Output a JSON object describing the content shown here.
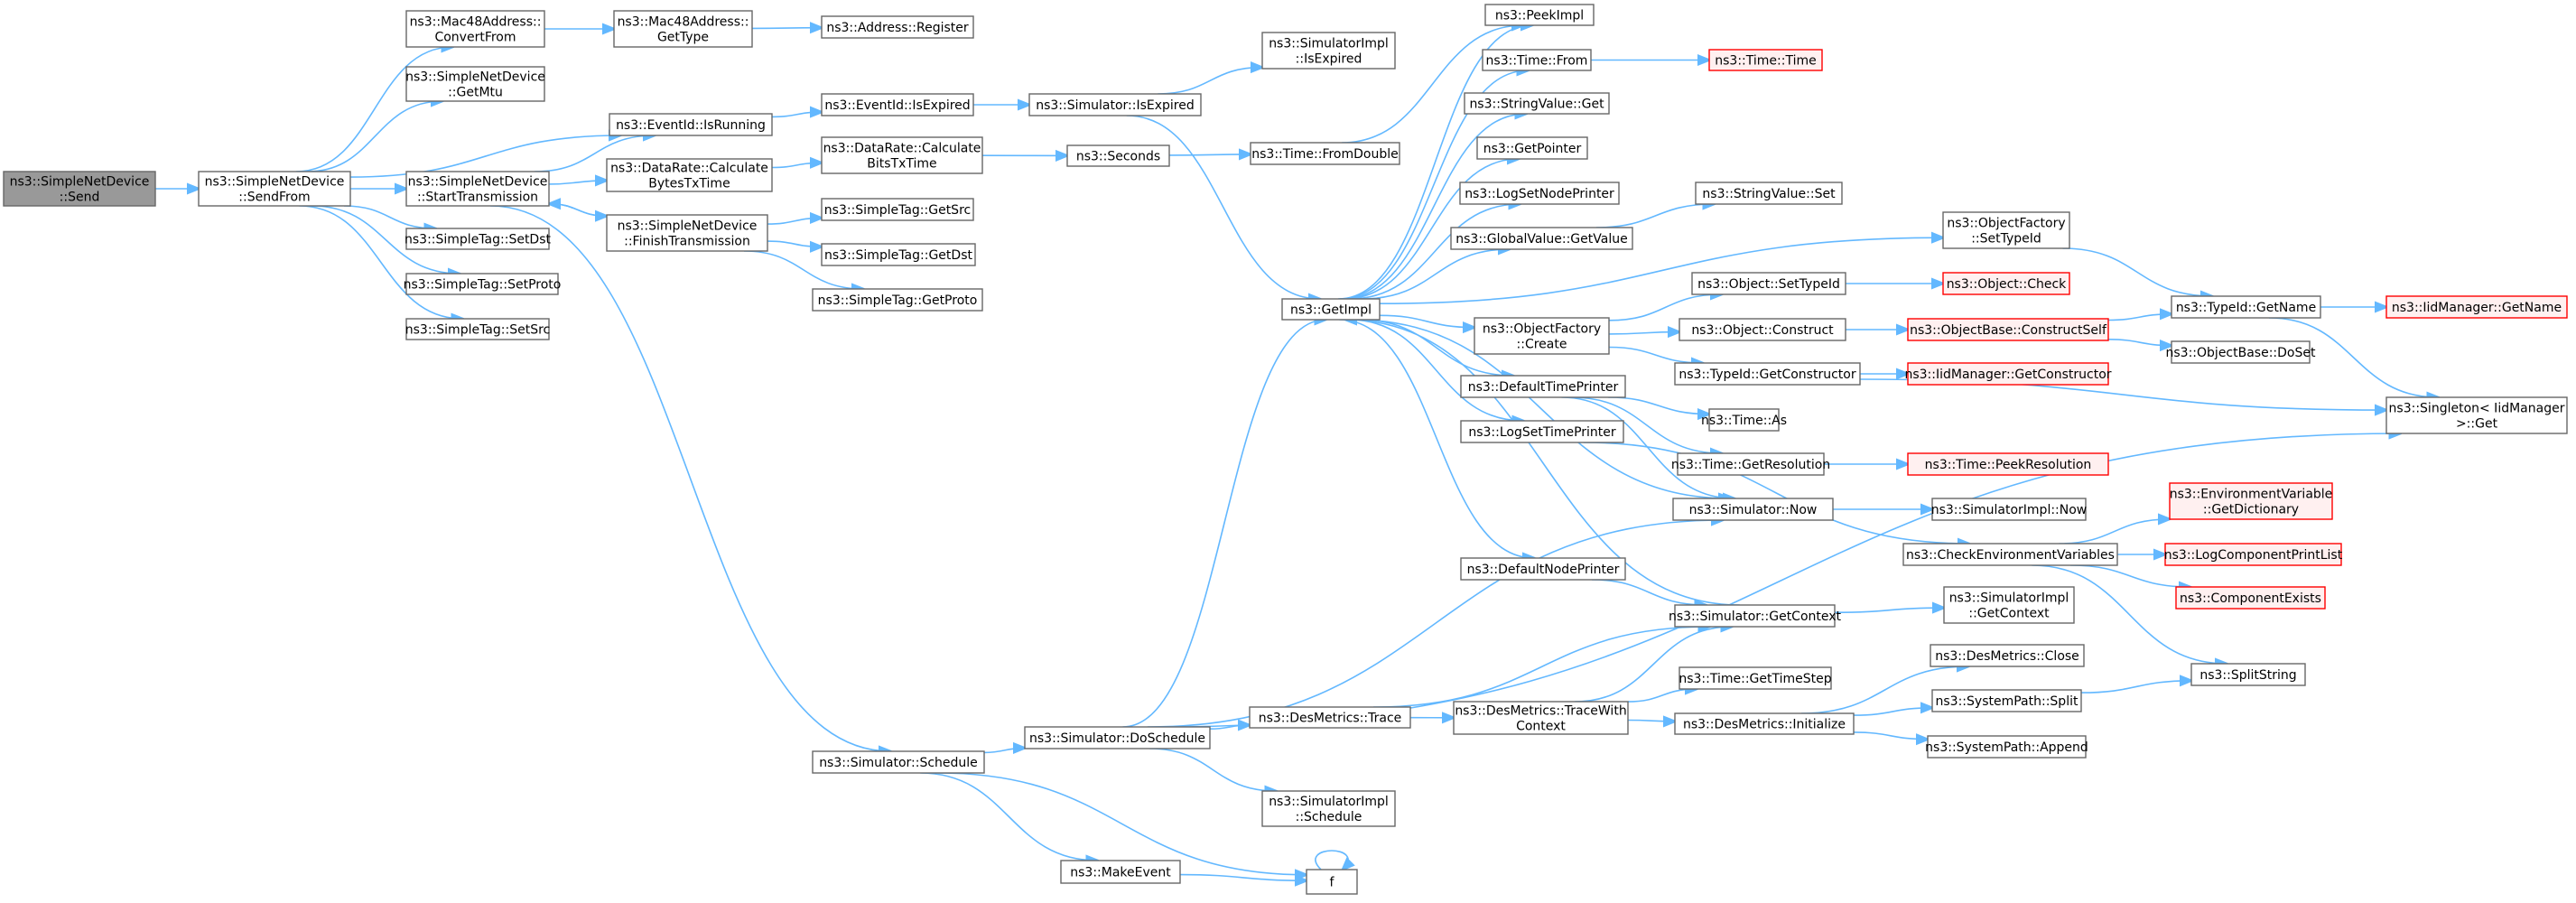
{
  "diagram": {
    "title": "",
    "colors": {
      "edge": "#63b8ff",
      "node_border": "#666666",
      "root_fill": "#999999",
      "external_border": "#ff0000",
      "external_fill": "#fff0f0"
    },
    "nodes": [
      {
        "id": "send",
        "lines": [
          "ns3::SimpleNetDevice",
          "::Send"
        ],
        "style": "root"
      },
      {
        "id": "sendfrom",
        "lines": [
          "ns3::SimpleNetDevice",
          "::SendFrom"
        ]
      },
      {
        "id": "mac48conv",
        "lines": [
          "ns3::Mac48Address::",
          "ConvertFrom"
        ]
      },
      {
        "id": "getmtu",
        "lines": [
          "ns3::SimpleNetDevice",
          "::GetMtu"
        ]
      },
      {
        "id": "startTx",
        "lines": [
          "ns3::SimpleNetDevice",
          "::StartTransmission"
        ]
      },
      {
        "id": "setdst",
        "lines": [
          "ns3::SimpleTag::SetDst"
        ]
      },
      {
        "id": "setproto",
        "lines": [
          "ns3::SimpleTag::SetProto"
        ]
      },
      {
        "id": "setsrc",
        "lines": [
          "ns3::SimpleTag::SetSrc"
        ]
      },
      {
        "id": "mac48gettype",
        "lines": [
          "ns3::Mac48Address::",
          "GetType"
        ]
      },
      {
        "id": "addrreg",
        "lines": [
          "ns3::Address::Register"
        ]
      },
      {
        "id": "isrunning",
        "lines": [
          "ns3::EventId::IsRunning"
        ]
      },
      {
        "id": "datarate",
        "lines": [
          "ns3::DataRate::Calculate",
          "BytesTxTime"
        ]
      },
      {
        "id": "finishTx",
        "lines": [
          "ns3::SimpleNetDevice",
          "::FinishTransmission"
        ]
      },
      {
        "id": "isexpired",
        "lines": [
          "ns3::EventId::IsExpired"
        ]
      },
      {
        "id": "drbits",
        "lines": [
          "ns3::DataRate::Calculate",
          "BitsTxTime"
        ]
      },
      {
        "id": "getsrc",
        "lines": [
          "ns3::SimpleTag::GetSrc"
        ]
      },
      {
        "id": "getdst",
        "lines": [
          "ns3::SimpleTag::GetDst"
        ]
      },
      {
        "id": "getproto",
        "lines": [
          "ns3::SimpleTag::GetProto"
        ]
      },
      {
        "id": "simisexpired",
        "lines": [
          "ns3::Simulator::IsExpired"
        ]
      },
      {
        "id": "seconds",
        "lines": [
          "ns3::Seconds"
        ]
      },
      {
        "id": "simimplisexp",
        "lines": [
          "ns3::SimulatorImpl",
          "::IsExpired"
        ]
      },
      {
        "id": "fromdouble",
        "lines": [
          "ns3::Time::FromDouble"
        ]
      },
      {
        "id": "getimpl",
        "lines": [
          "ns3::GetImpl"
        ]
      },
      {
        "id": "peekimpl",
        "lines": [
          "ns3::PeekImpl"
        ]
      },
      {
        "id": "timefrom",
        "lines": [
          "ns3::Time::From"
        ]
      },
      {
        "id": "timetime",
        "lines": [
          "ns3::Time::Time"
        ],
        "style": "red"
      },
      {
        "id": "strvalget",
        "lines": [
          "ns3::StringValue::Get"
        ]
      },
      {
        "id": "getpointer",
        "lines": [
          "ns3::GetPointer"
        ]
      },
      {
        "id": "logsetnode",
        "lines": [
          "ns3::LogSetNodePrinter"
        ]
      },
      {
        "id": "globalget",
        "lines": [
          "ns3::GlobalValue::GetValue"
        ]
      },
      {
        "id": "strvalset",
        "lines": [
          "ns3::StringValue::Set"
        ]
      },
      {
        "id": "objfactcreate",
        "lines": [
          "ns3::ObjectFactory",
          "::Create"
        ]
      },
      {
        "id": "objfactsettype",
        "lines": [
          "ns3::ObjectFactory",
          "::SetTypeId"
        ]
      },
      {
        "id": "objsettype",
        "lines": [
          "ns3::Object::SetTypeId"
        ]
      },
      {
        "id": "objcheck",
        "lines": [
          "ns3::Object::Check"
        ],
        "style": "red"
      },
      {
        "id": "objconstruct",
        "lines": [
          "ns3::Object::Construct"
        ]
      },
      {
        "id": "objbaseconstruct",
        "lines": [
          "ns3::ObjectBase::ConstructSelf"
        ],
        "style": "red"
      },
      {
        "id": "typegetname",
        "lines": [
          "ns3::TypeId::GetName"
        ]
      },
      {
        "id": "iidgetname",
        "lines": [
          "ns3::IidManager::GetName"
        ],
        "style": "red"
      },
      {
        "id": "objbasedoset",
        "lines": [
          "ns3::ObjectBase::DoSet"
        ]
      },
      {
        "id": "typegetctor",
        "lines": [
          "ns3::TypeId::GetConstructor"
        ]
      },
      {
        "id": "iidgetctor",
        "lines": [
          "ns3::IidManager::GetConstructor"
        ],
        "style": "red"
      },
      {
        "id": "singleton",
        "lines": [
          "ns3::Singleton< IidManager",
          " >::Get"
        ]
      },
      {
        "id": "deftimeprinter",
        "lines": [
          "ns3::DefaultTimePrinter"
        ]
      },
      {
        "id": "timeas",
        "lines": [
          "ns3::Time::As"
        ]
      },
      {
        "id": "timegetres",
        "lines": [
          "ns3::Time::GetResolution"
        ]
      },
      {
        "id": "timepeekres",
        "lines": [
          "ns3::Time::PeekResolution"
        ],
        "style": "red"
      },
      {
        "id": "logsettime",
        "lines": [
          "ns3::LogSetTimePrinter"
        ]
      },
      {
        "id": "simnow",
        "lines": [
          "ns3::Simulator::Now"
        ]
      },
      {
        "id": "simimplnow",
        "lines": [
          "ns3::SimulatorImpl::Now"
        ]
      },
      {
        "id": "checkenv",
        "lines": [
          "ns3::CheckEnvironmentVariables"
        ]
      },
      {
        "id": "envgetdict",
        "lines": [
          "ns3::EnvironmentVariable",
          "::GetDictionary"
        ],
        "style": "red"
      },
      {
        "id": "logcompprint",
        "lines": [
          "ns3::LogComponentPrintList"
        ],
        "style": "red"
      },
      {
        "id": "compexists",
        "lines": [
          "ns3::ComponentExists"
        ],
        "style": "red"
      },
      {
        "id": "defnodeprinter",
        "lines": [
          "ns3::DefaultNodePrinter"
        ]
      },
      {
        "id": "simgetctx",
        "lines": [
          "ns3::Simulator::GetContext"
        ]
      },
      {
        "id": "simimplgetctx",
        "lines": [
          "ns3::SimulatorImpl",
          "::GetContext"
        ]
      },
      {
        "id": "desclose",
        "lines": [
          "ns3::DesMetrics::Close"
        ]
      },
      {
        "id": "sysplit",
        "lines": [
          "ns3::SystemPath::Split"
        ]
      },
      {
        "id": "splitstring",
        "lines": [
          "ns3::SplitString"
        ]
      },
      {
        "id": "timegetstep",
        "lines": [
          "ns3::Time::GetTimeStep"
        ]
      },
      {
        "id": "destrace",
        "lines": [
          "ns3::DesMetrics::Trace"
        ]
      },
      {
        "id": "destracewith",
        "lines": [
          "ns3::DesMetrics::TraceWith",
          "Context"
        ]
      },
      {
        "id": "desinit",
        "lines": [
          "ns3::DesMetrics::Initialize"
        ]
      },
      {
        "id": "sysappend",
        "lines": [
          "ns3::SystemPath::Append"
        ]
      },
      {
        "id": "simschedule",
        "lines": [
          "ns3::Simulator::Schedule"
        ]
      },
      {
        "id": "simdoschedule",
        "lines": [
          "ns3::Simulator::DoSchedule"
        ]
      },
      {
        "id": "simimplschedule",
        "lines": [
          "ns3::SimulatorImpl",
          "::Schedule"
        ]
      },
      {
        "id": "makeevent",
        "lines": [
          "ns3::MakeEvent"
        ]
      },
      {
        "id": "f",
        "lines": [
          "f"
        ]
      }
    ],
    "edges": [
      [
        "send",
        "sendfrom"
      ],
      [
        "sendfrom",
        "mac48conv"
      ],
      [
        "sendfrom",
        "getmtu"
      ],
      [
        "sendfrom",
        "isrunning"
      ],
      [
        "sendfrom",
        "startTx"
      ],
      [
        "sendfrom",
        "setdst"
      ],
      [
        "sendfrom",
        "setproto"
      ],
      [
        "sendfrom",
        "setsrc"
      ],
      [
        "mac48conv",
        "mac48gettype"
      ],
      [
        "mac48gettype",
        "addrreg"
      ],
      [
        "startTx",
        "isrunning"
      ],
      [
        "startTx",
        "datarate"
      ],
      [
        "startTx",
        "finishTx"
      ],
      [
        "startTx",
        "simschedule"
      ],
      [
        "finishTx",
        "startTx"
      ],
      [
        "finishTx",
        "getsrc"
      ],
      [
        "finishTx",
        "getdst"
      ],
      [
        "finishTx",
        "getproto"
      ],
      [
        "isrunning",
        "isexpired"
      ],
      [
        "isexpired",
        "simisexpired"
      ],
      [
        "datarate",
        "drbits"
      ],
      [
        "drbits",
        "seconds"
      ],
      [
        "seconds",
        "fromdouble"
      ],
      [
        "simisexpired",
        "simimplisexp"
      ],
      [
        "simisexpired",
        "getimpl"
      ],
      [
        "fromdouble",
        "peekimpl"
      ],
      [
        "getimpl",
        "peekimpl"
      ],
      [
        "getimpl",
        "timefrom"
      ],
      [
        "getimpl",
        "strvalget"
      ],
      [
        "getimpl",
        "getpointer"
      ],
      [
        "getimpl",
        "logsetnode"
      ],
      [
        "getimpl",
        "globalget"
      ],
      [
        "getimpl",
        "objfactsettype"
      ],
      [
        "getimpl",
        "objfactcreate"
      ],
      [
        "getimpl",
        "deftimeprinter"
      ],
      [
        "getimpl",
        "logsettime"
      ],
      [
        "getimpl",
        "defnodeprinter"
      ],
      [
        "getimpl",
        "simnow"
      ],
      [
        "timefrom",
        "timetime"
      ],
      [
        "globalget",
        "strvalset"
      ],
      [
        "objfactsettype",
        "typegetname"
      ],
      [
        "objfactcreate",
        "objsettype"
      ],
      [
        "objfactcreate",
        "objconstruct"
      ],
      [
        "objfactcreate",
        "typegetctor"
      ],
      [
        "objsettype",
        "objcheck"
      ],
      [
        "objconstruct",
        "objbaseconstruct"
      ],
      [
        "objbaseconstruct",
        "typegetname"
      ],
      [
        "objbaseconstruct",
        "objbasedoset"
      ],
      [
        "typegetname",
        "iidgetname"
      ],
      [
        "typegetname",
        "singleton"
      ],
      [
        "typegetctor",
        "iidgetctor"
      ],
      [
        "typegetctor",
        "singleton"
      ],
      [
        "deftimeprinter",
        "timeas"
      ],
      [
        "deftimeprinter",
        "timegetres"
      ],
      [
        "deftimeprinter",
        "simnow"
      ],
      [
        "timegetres",
        "timepeekres"
      ],
      [
        "logsettime",
        "checkenv"
      ],
      [
        "simnow",
        "simimplnow"
      ],
      [
        "checkenv",
        "envgetdict"
      ],
      [
        "checkenv",
        "logcompprint"
      ],
      [
        "checkenv",
        "compexists"
      ],
      [
        "checkenv",
        "splitstring"
      ],
      [
        "defnodeprinter",
        "simgetctx"
      ],
      [
        "simgetctx",
        "simimplgetctx"
      ],
      [
        "simgetctx",
        "getimpl"
      ],
      [
        "simschedule",
        "simdoschedule"
      ],
      [
        "simschedule",
        "makeevent"
      ],
      [
        "simschedule",
        "f"
      ],
      [
        "simdoschedule",
        "getimpl"
      ],
      [
        "simdoschedule",
        "simnow"
      ],
      [
        "simdoschedule",
        "destrace"
      ],
      [
        "simdoschedule",
        "simimplschedule"
      ],
      [
        "simdoschedule",
        "singleton"
      ],
      [
        "destrace",
        "destracewith"
      ],
      [
        "destrace",
        "simgetctx"
      ],
      [
        "destracewith",
        "simgetctx"
      ],
      [
        "destracewith",
        "timegetstep"
      ],
      [
        "destracewith",
        "desinit"
      ],
      [
        "desinit",
        "desclose"
      ],
      [
        "desinit",
        "sysplit"
      ],
      [
        "desinit",
        "sysappend"
      ],
      [
        "sysplit",
        "splitstring"
      ],
      [
        "makeevent",
        "f"
      ],
      [
        "f",
        "f"
      ]
    ]
  }
}
